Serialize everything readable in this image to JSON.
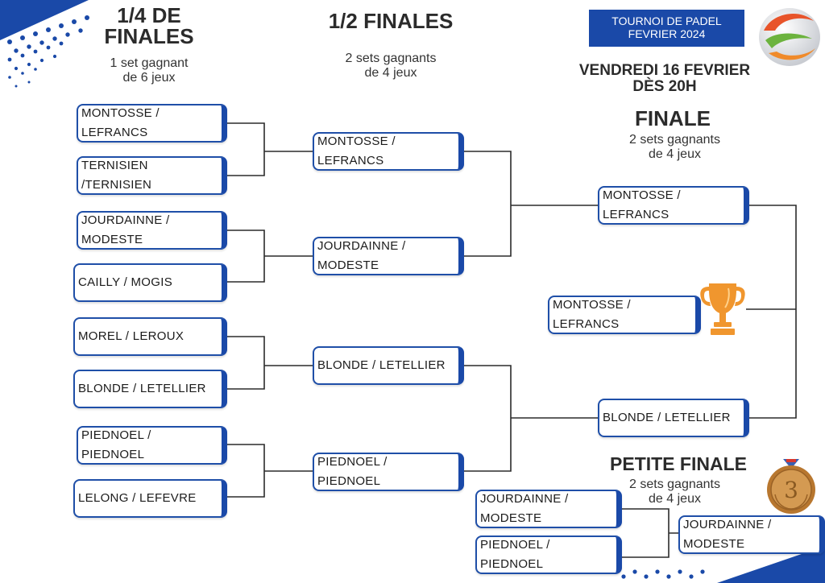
{
  "header": {
    "badge_line1": "TOURNOI DE PADEL",
    "badge_line2": "FEVRIER 2024",
    "date_line1": "VENDREDI 16 FEVRIER",
    "date_line2": "DÈS 20H"
  },
  "rounds": {
    "quarter": {
      "title": "1/4 DE\nFINALES",
      "subtitle": "1 set gagnant\nde 6 jeux"
    },
    "semi": {
      "title": "1/2 FINALES",
      "subtitle": "2 sets gagnants\nde 4 jeux"
    },
    "final": {
      "title": "FINALE",
      "subtitle": "2 sets gagnants\nde 4 jeux"
    },
    "small_final": {
      "title": "PETITE FINALE",
      "subtitle": "2 sets gagnants\nde 4 jeux"
    }
  },
  "quarter_teams": [
    "MONTOSSE /\nLEFRANCS",
    "TERNISIEN\n/TERNISIEN",
    "JOURDAINNE /\nMODESTE",
    "CAILLY / MOGIS",
    "MOREL / LEROUX",
    "BLONDE / LETELLIER",
    "PIEDNOEL /\nPIEDNOEL",
    "LELONG / LEFEVRE"
  ],
  "semi_teams": [
    "MONTOSSE /\nLEFRANCS",
    "JOURDAINNE /\nMODESTE",
    "BLONDE / LETELLIER",
    "PIEDNOEL /\nPIEDNOEL"
  ],
  "final_teams": [
    "MONTOSSE /\nLEFRANCS",
    "BLONDE / LETELLIER"
  ],
  "winner": "MONTOSSE /\nLEFRANCS",
  "small_final_teams": [
    "JOURDAINNE /\nMODESTE",
    "PIEDNOEL /\nPIEDNOEL"
  ],
  "third_place": "JOURDAINNE /\nMODESTE",
  "medal_number": "3",
  "colors": {
    "accent": "#1a49a8",
    "trophy": "#f0962e",
    "medal": "#c98a3c",
    "dots": "#1a49a8"
  },
  "icons": {
    "logo": "padel-club-logo",
    "trophy": "trophy-icon",
    "medal": "bronze-medal-icon"
  }
}
